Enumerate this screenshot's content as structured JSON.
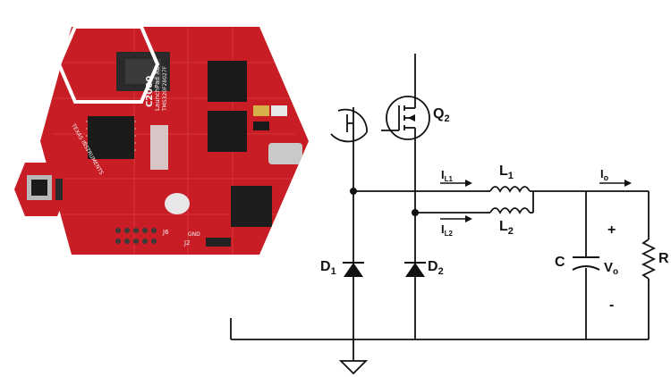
{
  "board": {
    "brand_text": "C2000",
    "series_text": "LaunchPad XL",
    "part_text": "TMS320F28027F",
    "maker_text": "TEXAS INSTRUMENTS",
    "header_left": "J6",
    "header_right": "J2",
    "power_label": "GND",
    "accent_color": "#d8222a",
    "mask_color": "#c81d25"
  },
  "circuit": {
    "switch_q2": "Q",
    "switch_q2_sub": "2",
    "diode_d1": "D",
    "diode_d1_sub": "1",
    "diode_d2": "D",
    "diode_d2_sub": "2",
    "inductor_l1": "L",
    "inductor_l1_sub": "1",
    "inductor_l2": "L",
    "inductor_l2_sub": "2",
    "current_il1": "I",
    "current_il1_sub": "L1",
    "current_il2": "I",
    "current_il2_sub": "L2",
    "current_io": "I",
    "current_io_sub": "o",
    "capacitor_label": "C",
    "voltage_label": "V",
    "voltage_sub": "o",
    "resistor_label": "R",
    "plus_sign": "+",
    "minus_sign": "-"
  }
}
